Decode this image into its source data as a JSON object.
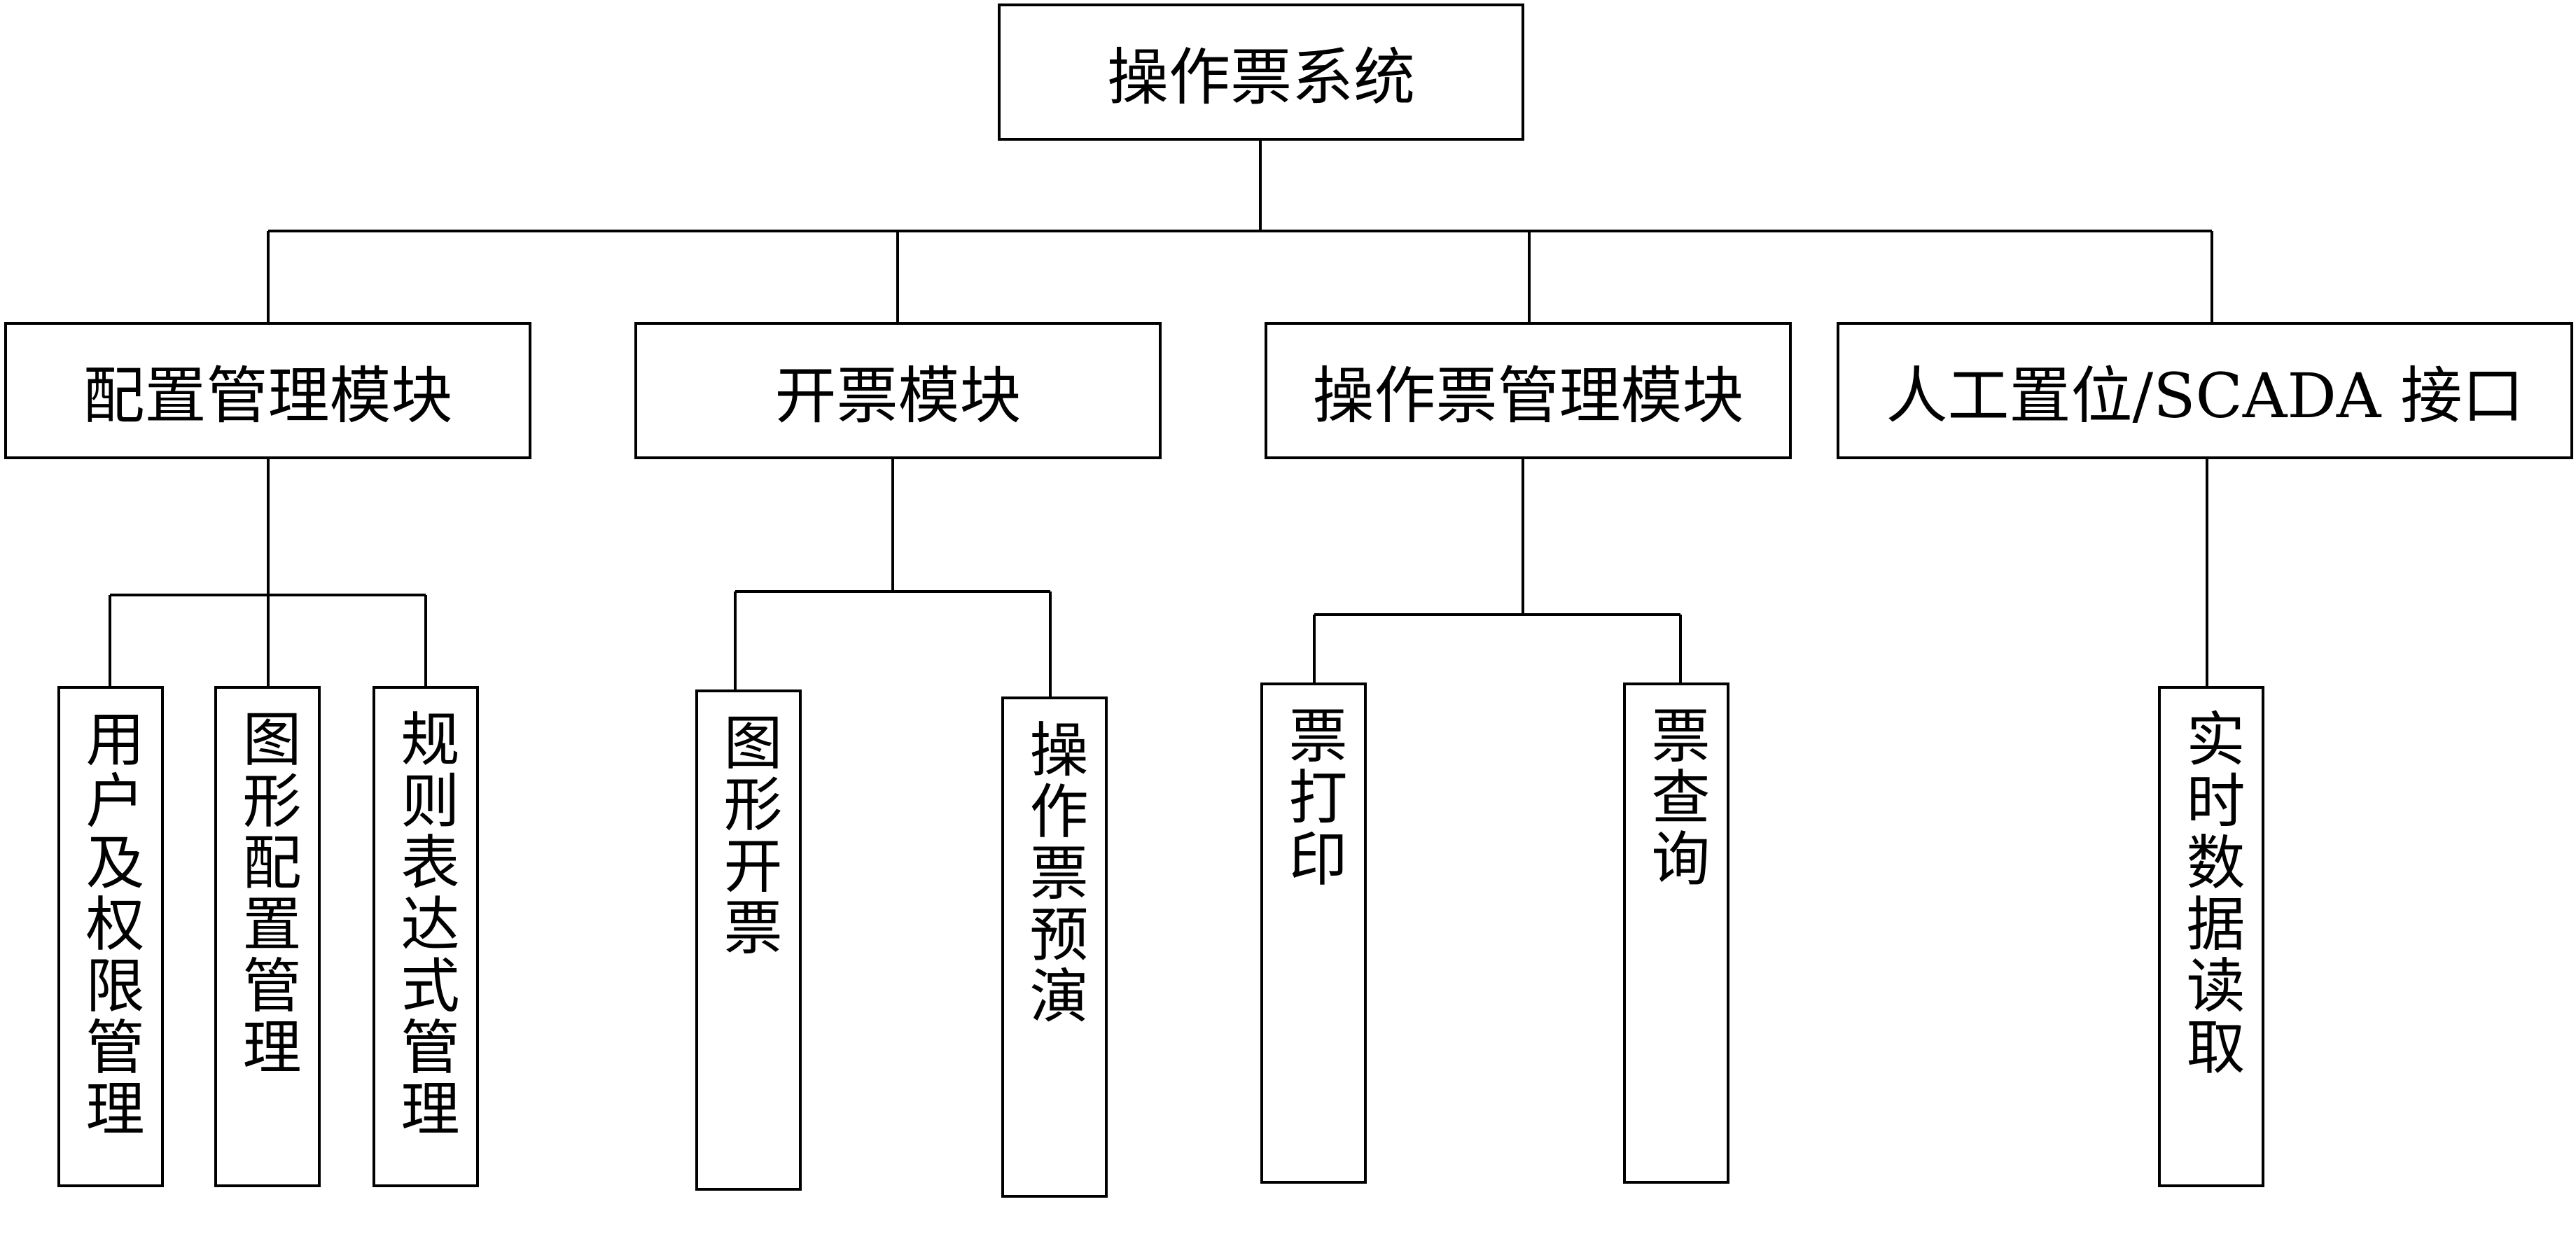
{
  "root": {
    "label": "操作票系统"
  },
  "modules": [
    {
      "label": "配置管理模块",
      "children": [
        "用户及权限管理",
        "图形配置管理",
        "规则表达式管理"
      ]
    },
    {
      "label": "开票模块",
      "children": [
        "图形开票",
        "操作票预演"
      ]
    },
    {
      "label": "操作票管理模块",
      "children": [
        "票打印",
        "票查询"
      ]
    },
    {
      "label": "人工置位/SCADA 接口",
      "children": [
        "实时数据读取"
      ]
    }
  ]
}
